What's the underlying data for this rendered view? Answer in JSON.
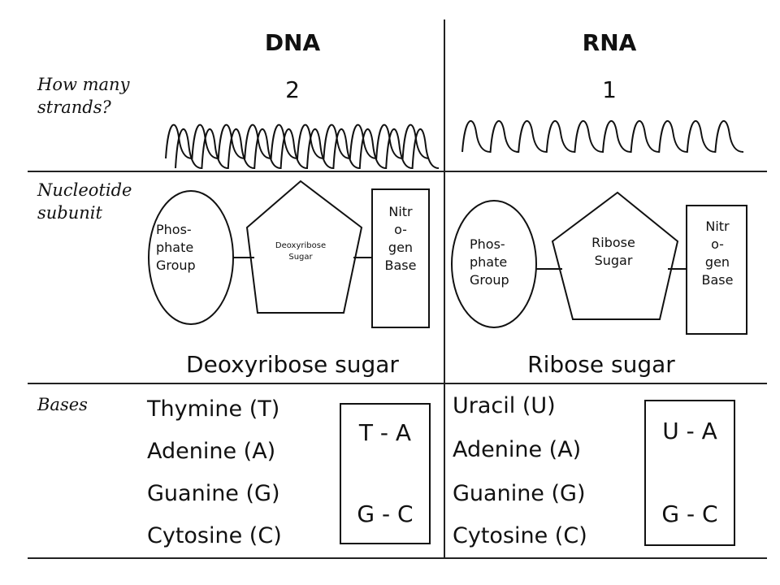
{
  "row_labels": {
    "strands_line1": "How many",
    "strands_line2": "strands?",
    "nucleotide_line1": "Nucleotide",
    "nucleotide_line2": "subunit",
    "bases": "Bases"
  },
  "dna": {
    "header": "DNA",
    "strand_count": "2",
    "phosphate": [
      "Phos-",
      "phate",
      "Group"
    ],
    "sugar": [
      "Deoxyribose",
      "Sugar"
    ],
    "nitrogen": [
      "Nitr",
      "o-",
      "gen",
      "Base"
    ],
    "sugar_caption": "Deoxyribose sugar",
    "bases": [
      "Thymine (T)",
      "Adenine (A)",
      "Guanine (G)",
      "Cytosine (C)"
    ],
    "pairs": [
      "T - A",
      "G - C"
    ]
  },
  "rna": {
    "header": "RNA",
    "strand_count": "1",
    "phosphate": [
      "Phos-",
      "phate",
      "Group"
    ],
    "sugar": [
      "Ribose",
      "Sugar"
    ],
    "nitrogen": [
      "Nitr",
      "o-",
      "gen",
      "Base"
    ],
    "sugar_caption": "Ribose sugar",
    "bases": [
      "Uracil (U)",
      "Adenine (A)",
      "Guanine (G)",
      "Cytosine (C)"
    ],
    "pairs": [
      "U - A",
      "G - C"
    ]
  }
}
